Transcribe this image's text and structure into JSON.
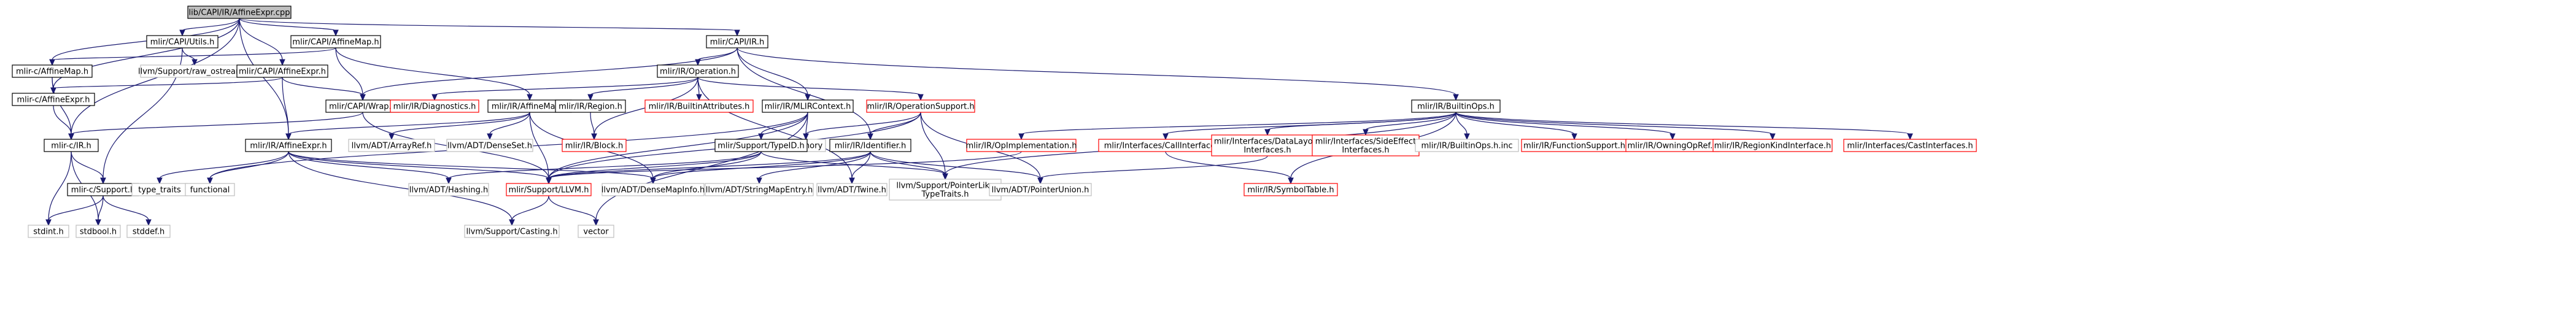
{
  "colors": {
    "edge": "#191970",
    "root_fill": "#bfbfbf",
    "root_border": "#000000",
    "normal_border": "#000000",
    "missing_border": "#ff0000",
    "external_border": "#bfbfbf",
    "node_fill": "#ffffff"
  },
  "nodes": [
    {
      "id": "root",
      "label": "lib/CAPI/IR/AffineExpr.cpp",
      "kind": "root"
    },
    {
      "id": "capi_utils",
      "label": "mlir/CAPI/Utils.h",
      "kind": "normal"
    },
    {
      "id": "capi_affinemap",
      "label": "mlir/CAPI/AffineMap.h",
      "kind": "normal"
    },
    {
      "id": "capi_ir",
      "label": "mlir/CAPI/IR.h",
      "kind": "normal"
    },
    {
      "id": "mlirc_affinemap",
      "label": "mlir-c/AffineMap.h",
      "kind": "normal"
    },
    {
      "id": "raw_ostream",
      "label": "llvm/Support/raw_ostream.h",
      "kind": "external"
    },
    {
      "id": "capi_affineexpr",
      "label": "mlir/CAPI/AffineExpr.h",
      "kind": "normal"
    },
    {
      "id": "ir_operation",
      "label": "mlir/IR/Operation.h",
      "kind": "normal"
    },
    {
      "id": "mlirc_affineexpr",
      "label": "mlir-c/AffineExpr.h",
      "kind": "normal"
    },
    {
      "id": "capi_wrap",
      "label": "mlir/CAPI/Wrap.h",
      "kind": "normal"
    },
    {
      "id": "ir_diagnostics",
      "label": "mlir/IR/Diagnostics.h",
      "kind": "missing"
    },
    {
      "id": "ir_affinemap",
      "label": "mlir/IR/AffineMap.h",
      "kind": "normal"
    },
    {
      "id": "ir_region",
      "label": "mlir/IR/Region.h",
      "kind": "normal"
    },
    {
      "id": "ir_builtinattributes",
      "label": "mlir/IR/BuiltinAttributes.h",
      "kind": "missing"
    },
    {
      "id": "ir_mlircontext",
      "label": "mlir/IR/MLIRContext.h",
      "kind": "normal"
    },
    {
      "id": "ir_operationsupport",
      "label": "mlir/IR/OperationSupport.h",
      "kind": "missing"
    },
    {
      "id": "ir_builtinops",
      "label": "mlir/IR/BuiltinOps.h",
      "kind": "normal"
    },
    {
      "id": "mlirc_ir",
      "label": "mlir-c/IR.h",
      "kind": "normal"
    },
    {
      "id": "ir_affineexpr",
      "label": "mlir/IR/AffineExpr.h",
      "kind": "normal"
    },
    {
      "id": "arrayref",
      "label": "llvm/ADT/ArrayRef.h",
      "kind": "external"
    },
    {
      "id": "denseset",
      "label": "llvm/ADT/DenseSet.h",
      "kind": "external"
    },
    {
      "id": "ir_block",
      "label": "mlir/IR/Block.h",
      "kind": "missing"
    },
    {
      "id": "memory",
      "label": "memory",
      "kind": "external"
    },
    {
      "id": "support_typeid",
      "label": "mlir/Support/TypeID.h",
      "kind": "normal"
    },
    {
      "id": "ir_identifier",
      "label": "mlir/IR/Identifier.h",
      "kind": "normal"
    },
    {
      "id": "ir_opimplementation",
      "label": "mlir/IR/OpImplementation.h",
      "kind": "missing"
    },
    {
      "id": "callinterfaces",
      "label": "mlir/Interfaces/CallInterfaces.h",
      "kind": "missing"
    },
    {
      "id": "datalayoutinterfaces",
      "label": "mlir/Interfaces/DataLayout\nInterfaces.h",
      "kind": "missing"
    },
    {
      "id": "sideeffectinterfaces",
      "label": "mlir/Interfaces/SideEffect\nInterfaces.h",
      "kind": "missing"
    },
    {
      "id": "builtinops_inc",
      "label": "mlir/IR/BuiltinOps.h.inc",
      "kind": "external"
    },
    {
      "id": "functionsupport",
      "label": "mlir/IR/FunctionSupport.h",
      "kind": "missing"
    },
    {
      "id": "owningopref",
      "label": "mlir/IR/OwningOpRef.h",
      "kind": "missing"
    },
    {
      "id": "regionkindinterface",
      "label": "mlir/IR/RegionKindInterface.h",
      "kind": "missing"
    },
    {
      "id": "castinterfaces",
      "label": "mlir/Interfaces/CastInterfaces.h",
      "kind": "missing"
    },
    {
      "id": "mlirc_support",
      "label": "mlir-c/Support.h",
      "kind": "normal"
    },
    {
      "id": "type_traits",
      "label": "type_traits",
      "kind": "external"
    },
    {
      "id": "functional",
      "label": "functional",
      "kind": "external"
    },
    {
      "id": "hashing",
      "label": "llvm/ADT/Hashing.h",
      "kind": "external"
    },
    {
      "id": "support_llvm",
      "label": "mlir/Support/LLVM.h",
      "kind": "missing"
    },
    {
      "id": "densemapinfo",
      "label": "llvm/ADT/DenseMapInfo.h",
      "kind": "external"
    },
    {
      "id": "stringmapentry",
      "label": "llvm/ADT/StringMapEntry.h",
      "kind": "external"
    },
    {
      "id": "twine",
      "label": "llvm/ADT/Twine.h",
      "kind": "external"
    },
    {
      "id": "pointerliketypetraits",
      "label": "llvm/Support/PointerLike\nTypeTraits.h",
      "kind": "external"
    },
    {
      "id": "pointerunion",
      "label": "llvm/ADT/PointerUnion.h",
      "kind": "external"
    },
    {
      "id": "symboltable",
      "label": "mlir/IR/SymbolTable.h",
      "kind": "missing"
    },
    {
      "id": "stdint",
      "label": "stdint.h",
      "kind": "external"
    },
    {
      "id": "stdbool",
      "label": "stdbool.h",
      "kind": "external"
    },
    {
      "id": "stddef",
      "label": "stddef.h",
      "kind": "external"
    },
    {
      "id": "casting",
      "label": "llvm/Support/Casting.h",
      "kind": "external"
    },
    {
      "id": "vector",
      "label": "vector",
      "kind": "external"
    }
  ],
  "edges": [
    [
      "root",
      "capi_utils"
    ],
    [
      "root",
      "capi_affinemap"
    ],
    [
      "root",
      "capi_ir"
    ],
    [
      "root",
      "mlirc_affinemap"
    ],
    [
      "root",
      "capi_affineexpr"
    ],
    [
      "root",
      "mlirc_affineexpr"
    ],
    [
      "root",
      "mlirc_ir"
    ],
    [
      "root",
      "ir_affineexpr"
    ],
    [
      "capi_utils",
      "raw_ostream"
    ],
    [
      "capi_utils",
      "mlirc_support"
    ],
    [
      "capi_affinemap",
      "mlirc_affinemap"
    ],
    [
      "capi_affinemap",
      "capi_wrap"
    ],
    [
      "capi_affinemap",
      "ir_affinemap"
    ],
    [
      "capi_ir",
      "ir_operation"
    ],
    [
      "capi_ir",
      "capi_wrap"
    ],
    [
      "capi_ir",
      "ir_builtinops"
    ],
    [
      "capi_ir",
      "ir_mlircontext"
    ],
    [
      "capi_ir",
      "ir_identifier"
    ],
    [
      "mlirc_affinemap",
      "mlirc_affineexpr"
    ],
    [
      "mlirc_affinemap",
      "mlirc_ir"
    ],
    [
      "capi_affineexpr",
      "mlirc_affineexpr"
    ],
    [
      "capi_affineexpr",
      "capi_wrap"
    ],
    [
      "capi_affineexpr",
      "ir_affineexpr"
    ],
    [
      "ir_operation",
      "ir_diagnostics"
    ],
    [
      "ir_operation",
      "ir_region"
    ],
    [
      "ir_operation",
      "ir_builtinattributes"
    ],
    [
      "ir_operation",
      "ir_operationsupport"
    ],
    [
      "ir_operation",
      "ir_block"
    ],
    [
      "ir_operation",
      "twine"
    ],
    [
      "mlirc_affineexpr",
      "mlirc_ir"
    ],
    [
      "capi_wrap",
      "mlirc_ir"
    ],
    [
      "capi_wrap",
      "support_llvm"
    ],
    [
      "ir_affinemap",
      "ir_affineexpr"
    ],
    [
      "ir_affinemap",
      "arrayref"
    ],
    [
      "ir_affinemap",
      "denseset"
    ],
    [
      "ir_affinemap",
      "support_llvm"
    ],
    [
      "ir_affinemap",
      "densemapinfo"
    ],
    [
      "ir_region",
      "ir_block"
    ],
    [
      "ir_mlircontext",
      "memory"
    ],
    [
      "ir_mlircontext",
      "support_typeid"
    ],
    [
      "ir_mlircontext",
      "support_llvm"
    ],
    [
      "ir_mlircontext",
      "functional"
    ],
    [
      "ir_mlircontext",
      "vector"
    ],
    [
      "ir_operationsupport",
      "memory"
    ],
    [
      "ir_operationsupport",
      "ir_identifier"
    ],
    [
      "ir_operationsupport",
      "pointerunion"
    ],
    [
      "ir_operationsupport",
      "pointerliketypetraits"
    ],
    [
      "ir_operationsupport",
      "support_llvm"
    ],
    [
      "ir_builtinops",
      "ir_opimplementation"
    ],
    [
      "ir_builtinops",
      "callinterfaces"
    ],
    [
      "ir_builtinops",
      "datalayoutinterfaces"
    ],
    [
      "ir_builtinops",
      "sideeffectinterfaces"
    ],
    [
      "ir_builtinops",
      "builtinops_inc"
    ],
    [
      "ir_builtinops",
      "functionsupport"
    ],
    [
      "ir_builtinops",
      "owningopref"
    ],
    [
      "ir_builtinops",
      "regionkindinterface"
    ],
    [
      "ir_builtinops",
      "castinterfaces"
    ],
    [
      "ir_builtinops",
      "symboltable"
    ],
    [
      "ir_builtinops",
      "pointerliketypetraits"
    ],
    [
      "mlirc_ir",
      "mlirc_support"
    ],
    [
      "mlirc_ir",
      "stdint"
    ],
    [
      "mlirc_ir",
      "stdbool"
    ],
    [
      "ir_affineexpr",
      "support_llvm"
    ],
    [
      "ir_affineexpr",
      "densemapinfo"
    ],
    [
      "ir_affineexpr",
      "hashing"
    ],
    [
      "ir_affineexpr",
      "type_traits"
    ],
    [
      "ir_affineexpr",
      "functional"
    ],
    [
      "ir_affineexpr",
      "casting"
    ],
    [
      "support_typeid",
      "support_llvm"
    ],
    [
      "support_typeid",
      "hashing"
    ],
    [
      "support_typeid",
      "densemapinfo"
    ],
    [
      "support_typeid",
      "pointerliketypetraits"
    ],
    [
      "ir_identifier",
      "support_llvm"
    ],
    [
      "ir_identifier",
      "densemapinfo"
    ],
    [
      "ir_identifier",
      "stringmapentry"
    ],
    [
      "ir_identifier",
      "twine"
    ],
    [
      "ir_identifier",
      "pointerliketypetraits"
    ],
    [
      "ir_identifier",
      "pointerunion"
    ],
    [
      "ir_opimplementation",
      "support_llvm"
    ],
    [
      "callinterfaces",
      "symboltable"
    ],
    [
      "datalayoutinterfaces",
      "pointerunion"
    ],
    [
      "mlirc_support",
      "stdint"
    ],
    [
      "mlirc_support",
      "stdbool"
    ],
    [
      "mlirc_support",
      "stddef"
    ],
    [
      "support_llvm",
      "casting"
    ],
    [
      "support_llvm",
      "vector"
    ]
  ]
}
